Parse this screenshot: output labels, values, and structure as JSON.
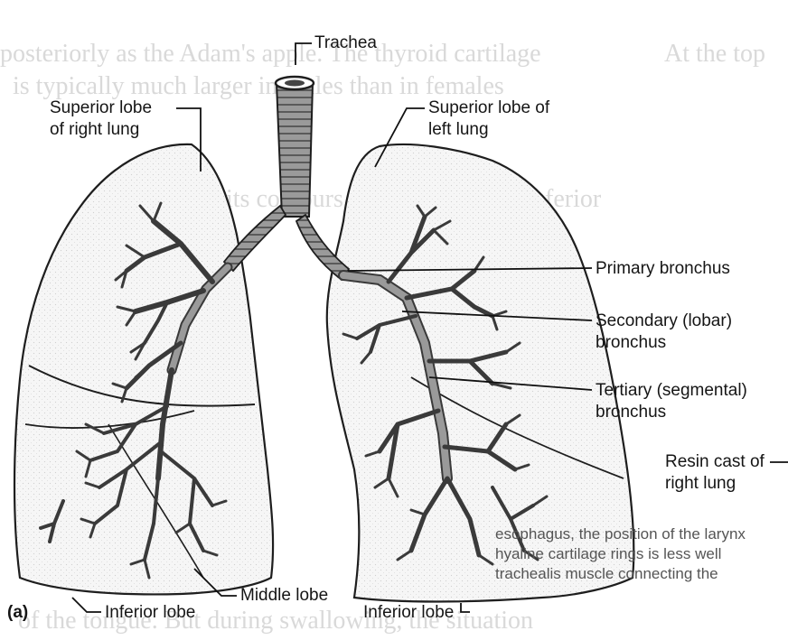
{
  "figure": {
    "panel_letter": "(a)",
    "labels": {
      "trachea": "Trachea",
      "superior_right_1": "Superior lobe",
      "superior_right_2": "of right lung",
      "superior_left_1": "Superior lobe of",
      "superior_left_2": "left lung",
      "primary_bronchus": "Primary bronchus",
      "secondary_1": "Secondary (lobar)",
      "secondary_2": "bronchus",
      "tertiary_1": "Tertiary (segmental)",
      "tertiary_2": "bronchus",
      "resin_1": "Resin cast of",
      "resin_2": "right lung",
      "middle_lobe": "Middle lobe",
      "inferior_left_label": "Inferior lobe",
      "inferior_right_label": "Inferior lobe"
    }
  },
  "background_text": {
    "line1": "posteriorly as the Adam's apple. The thyroid cartilage",
    "line2": "is typically much larger in males than in females",
    "line3": "its contours with the trachea. Inferior",
    "line4": "At the top",
    "line5": "esophagus, the position of the larynx",
    "line6": "hyaline cartilage rings is less well",
    "line7": "trachealis muscle connecting the",
    "line8": "of the tongue. But during swallowing, the situation"
  }
}
